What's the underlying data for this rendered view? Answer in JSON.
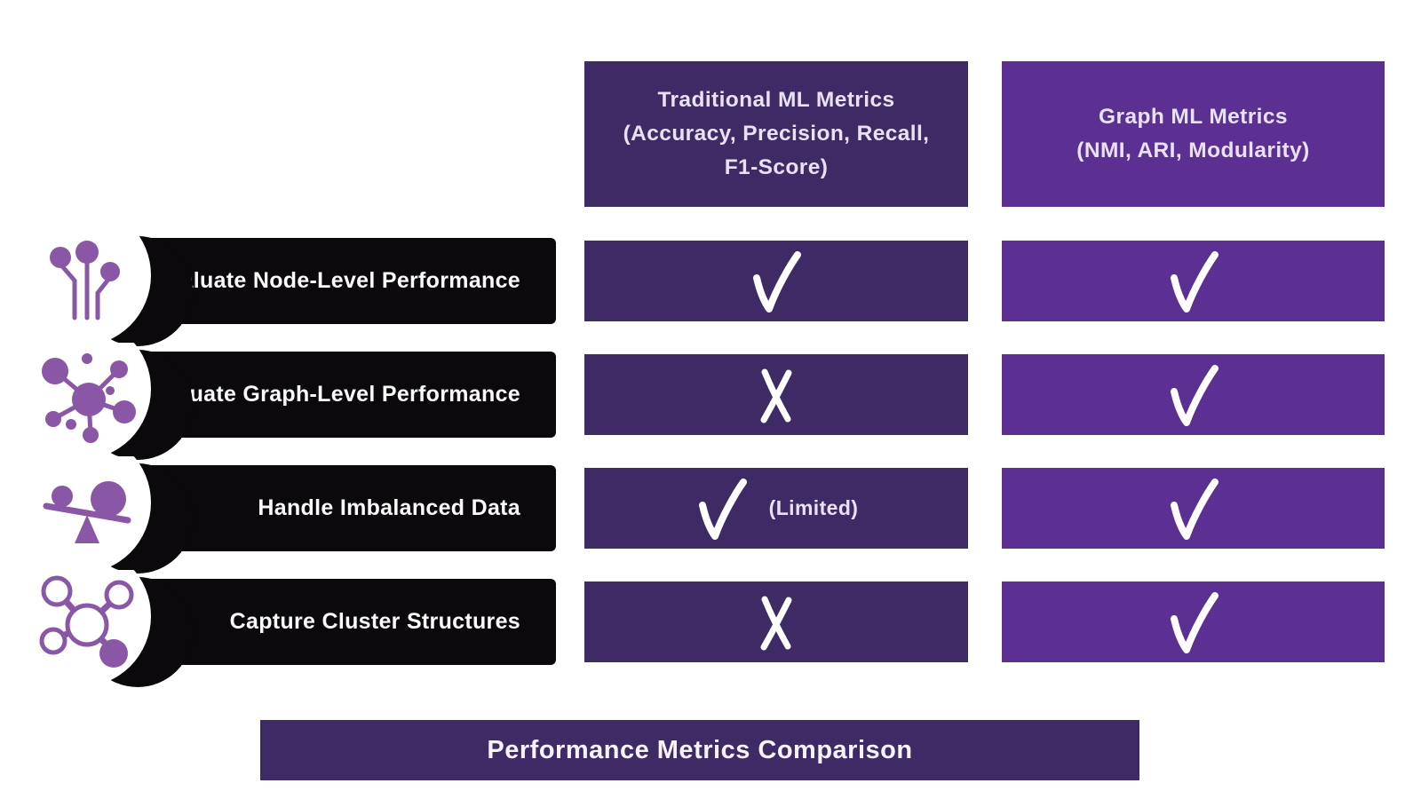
{
  "title_bar": {
    "title": "Performance Metrics Comparison"
  },
  "columns": [
    {
      "id": "traditional",
      "title": "Traditional ML Metrics\n(Accuracy, Precision, Recall,\nF1-Score)"
    },
    {
      "id": "graph",
      "title": "Graph ML Metrics\n(NMI, ARI, Modularity)"
    }
  ],
  "rows": [
    {
      "label": "Evaluate Node-Level Performance",
      "icon": "node-pins-icon",
      "traditional": {
        "mark": "check",
        "note": ""
      },
      "graph": {
        "mark": "check",
        "note": ""
      }
    },
    {
      "label": "Evaluate Graph-Level Performance",
      "icon": "network-hub-icon",
      "traditional": {
        "mark": "cross",
        "note": ""
      },
      "graph": {
        "mark": "check",
        "note": ""
      }
    },
    {
      "label": "Handle Imbalanced Data",
      "icon": "balance-scale-icon",
      "traditional": {
        "mark": "check",
        "note": "(Limited)"
      },
      "graph": {
        "mark": "check",
        "note": ""
      }
    },
    {
      "label": "Capture Cluster Structures",
      "icon": "cluster-nodes-icon",
      "traditional": {
        "mark": "cross",
        "note": ""
      },
      "graph": {
        "mark": "check",
        "note": ""
      }
    }
  ],
  "colors": {
    "dark_purple": "#3e2a65",
    "medium_purple": "#5c3092",
    "bar_black": "#0b090c",
    "icon_purple": "#8a57a6",
    "mark_white": "#ffffff"
  }
}
